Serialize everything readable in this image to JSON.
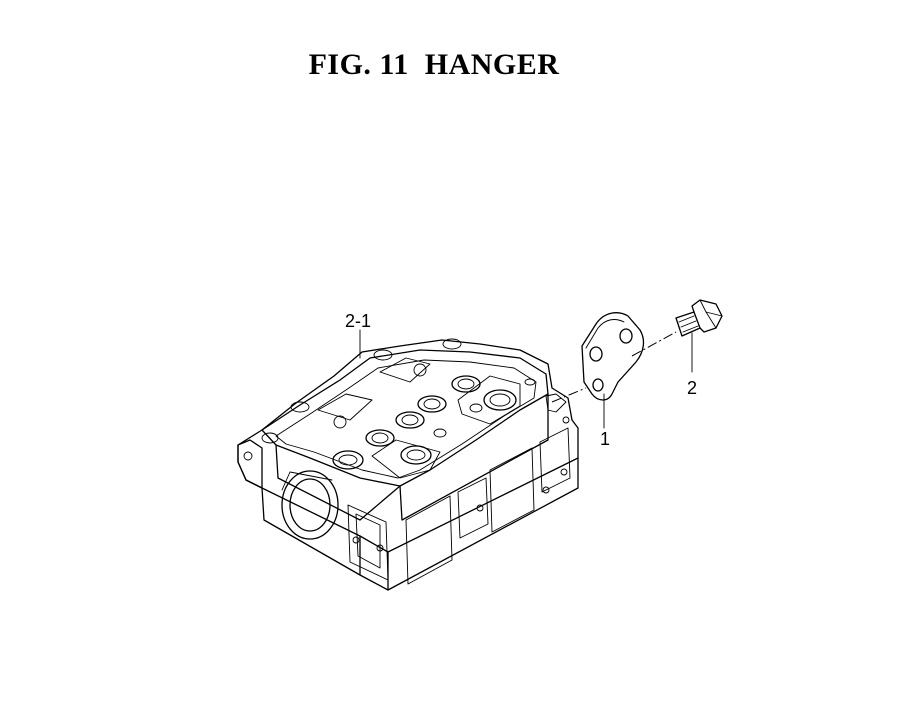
{
  "figure": {
    "title": "FIG. 11  HANGER"
  },
  "callouts": {
    "cylinder_head": "2-1",
    "hanger": "1",
    "bolt": "2"
  }
}
